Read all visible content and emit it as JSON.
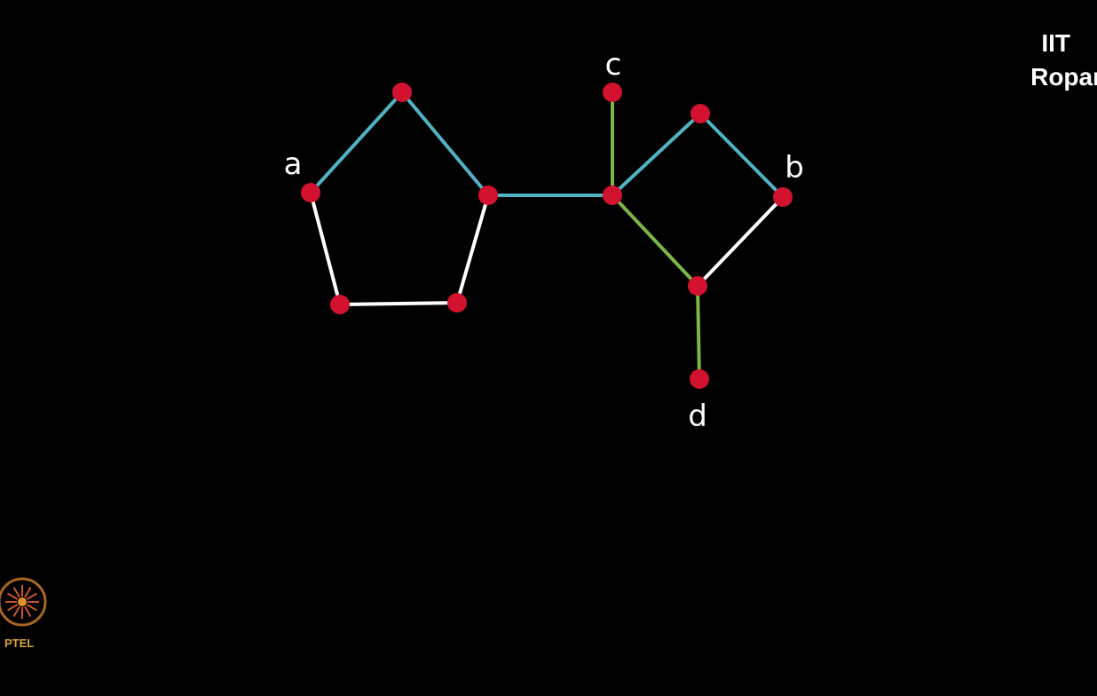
{
  "institution": {
    "line1": "IIT",
    "line2": "Ropar"
  },
  "logo": {
    "text": "PTEL",
    "color": "#d9a33a"
  },
  "colors": {
    "background": "#000000",
    "node": "#d2122e",
    "edge_cyan": "#4fb3c3",
    "edge_white": "#ffffff",
    "edge_green": "#7ab648"
  },
  "graph": {
    "labels": [
      {
        "text": "a",
        "node": "a"
      },
      {
        "text": "b",
        "node": "b"
      },
      {
        "text": "c",
        "node": "c"
      },
      {
        "text": "d",
        "node": "d"
      }
    ],
    "nodes": [
      "p1",
      "p2",
      "p3",
      "p4",
      "a",
      "j",
      "q1",
      "b",
      "q3",
      "c",
      "d"
    ],
    "edges": [
      {
        "from": "a",
        "to": "p1",
        "color": "edge_cyan"
      },
      {
        "from": "p1",
        "to": "p2",
        "color": "edge_cyan"
      },
      {
        "from": "p2",
        "to": "j",
        "color": "edge_cyan"
      },
      {
        "from": "j",
        "to": "q1",
        "color": "edge_cyan"
      },
      {
        "from": "q1",
        "to": "b",
        "color": "edge_cyan"
      },
      {
        "from": "a",
        "to": "p4",
        "color": "edge_white"
      },
      {
        "from": "p4",
        "to": "p3",
        "color": "edge_white"
      },
      {
        "from": "p3",
        "to": "p2",
        "color": "edge_white"
      },
      {
        "from": "b",
        "to": "q3",
        "color": "edge_white"
      },
      {
        "from": "c",
        "to": "j",
        "color": "edge_green"
      },
      {
        "from": "j",
        "to": "q3",
        "color": "edge_green"
      },
      {
        "from": "q3",
        "to": "d",
        "color": "edge_green"
      }
    ]
  }
}
